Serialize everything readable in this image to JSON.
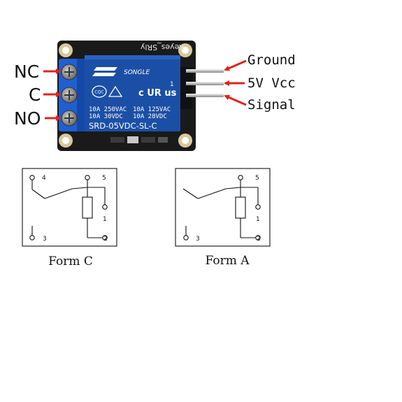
{
  "module": {
    "board_silk_label": "Keyes_SRly",
    "relay_brand": "SONGLE",
    "relay_ratings": [
      "10A 250VAC",
      "10A 125VAC",
      "10A 30VDC",
      "10A 28VDC"
    ],
    "relay_model": "SRD-05VDC-SL-C",
    "relay_cert": "c UR us",
    "relay_cert_small": "1",
    "relay_mark": "CQC"
  },
  "terminals": {
    "nc": "NC",
    "c": "C",
    "no": "NO"
  },
  "pins": {
    "ground": "Ground",
    "vcc": "5V Vcc",
    "signal": "Signal"
  },
  "schematics": [
    {
      "caption": "Form C",
      "pin_labels": [
        "4",
        "5",
        "1",
        "3",
        "2"
      ]
    },
    {
      "caption": "Form A",
      "pin_labels": [
        "5",
        "1",
        "3",
        "2"
      ]
    }
  ],
  "colors": {
    "arrow": "#e0241b",
    "relay_blue": "#1b4fa6",
    "board": "#1a1a1a",
    "terminal_blue": "#1f5fd1"
  }
}
